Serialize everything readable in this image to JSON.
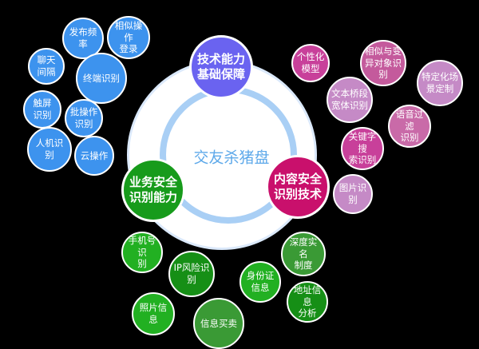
{
  "diagram": {
    "title": "交友杀猪盘",
    "colors": {
      "background": "#000000",
      "ring": "#a9cff5",
      "title": "#5ea9ea",
      "tech": "#6a63f0",
      "business": "#179b1b",
      "content": "#c9106c",
      "blue_leaf": "#3d93ee",
      "green_leaf": "#22b022",
      "green_leaf_dark": "#3a9a35",
      "magenta_leaf": "#c8409a",
      "pink_leaf": "#c96aa8",
      "lilac_leaf": "#c58ac6"
    },
    "hubs": [
      {
        "id": "tech",
        "label": "技术能力基础保障",
        "line1": "技术能力",
        "line2": "基础保障"
      },
      {
        "id": "business",
        "label": "业务安全识别能力",
        "line1": "业务安全",
        "line2": "识别能力"
      },
      {
        "id": "content",
        "label": "内容安全识别技术",
        "line1": "内容安全",
        "line2": "识别技术"
      }
    ],
    "blue_nodes": [
      {
        "label": "发布频率",
        "line1": "发布频",
        "line2": "率"
      },
      {
        "label": "相似操作登录",
        "line1": "相似操作",
        "line2": "登录"
      },
      {
        "label": "聊天间隔",
        "line1": "聊天",
        "line2": "间隔"
      },
      {
        "label": "终端识别",
        "line1": "终端识别",
        "line2": ""
      },
      {
        "label": "触屏识别",
        "line1": "触屏",
        "line2": "识别"
      },
      {
        "label": "批操作识别",
        "line1": "批操作",
        "line2": "识别"
      },
      {
        "label": "人机识别",
        "line1": "人机识",
        "line2": "别"
      },
      {
        "label": "云操作",
        "line1": "云操作",
        "line2": ""
      }
    ],
    "pink_nodes": [
      {
        "label": "个性化模型",
        "line1": "个性化",
        "line2": "模型"
      },
      {
        "label": "相似与变异对象识别",
        "line1": "相似与变",
        "line2": "异对象识",
        "line3": "别"
      },
      {
        "label": "特定化场景定制",
        "line1": "特定化场",
        "line2": "景定制"
      },
      {
        "label": "文本桥段宽体识别",
        "line1": "文本桥段",
        "line2": "宽体识别"
      },
      {
        "label": "语音过滤识别",
        "line1": "语音过滤",
        "line2": "识别"
      },
      {
        "label": "关键字搜索识别",
        "line1": "关键字搜",
        "line2": "索识别"
      },
      {
        "label": "图片识别",
        "line1": "图片识别",
        "line2": ""
      }
    ],
    "green_nodes": [
      {
        "label": "手机号识别",
        "line1": "手机号识",
        "line2": "别"
      },
      {
        "label": "IP风险识别",
        "line1": "IP风险识",
        "line2": "别"
      },
      {
        "label": "深度实名制度",
        "line1": "深度实名",
        "line2": "制度"
      },
      {
        "label": "身份证信息",
        "line1": "身份证",
        "line2": "信息"
      },
      {
        "label": "照片信息",
        "line1": "照片信息",
        "line2": ""
      },
      {
        "label": "信息买卖",
        "line1": "信息买卖",
        "line2": ""
      },
      {
        "label": "地址信息分析",
        "line1": "地址信息",
        "line2": "分析"
      }
    ]
  }
}
